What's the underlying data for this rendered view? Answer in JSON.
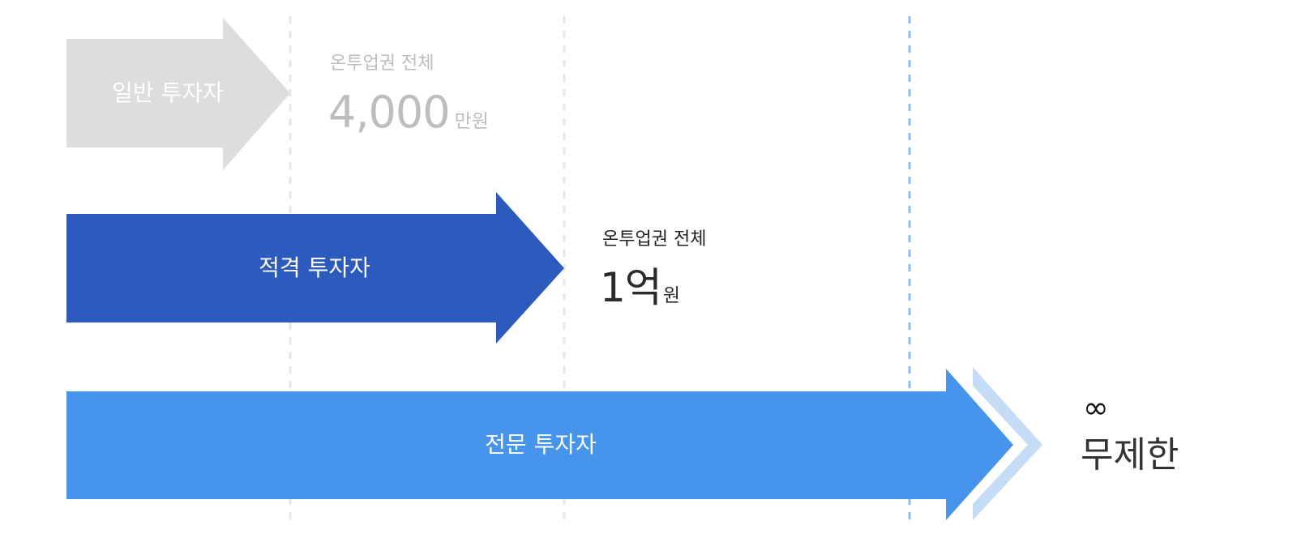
{
  "tiers": [
    {
      "label": "일반 투자자",
      "caption": "온투업권 전체",
      "amount": "4,000",
      "unit": "만원",
      "color": "#dddddd"
    },
    {
      "label": "적격 투자자",
      "caption": "온투업권 전체",
      "amount": "1억",
      "unit": "원",
      "color": "#2c5bbd"
    },
    {
      "label": "전문 투자자",
      "symbol": "∞",
      "amount": "무제한",
      "color": "#4694ec",
      "accent": "#c4dcf6"
    }
  ]
}
